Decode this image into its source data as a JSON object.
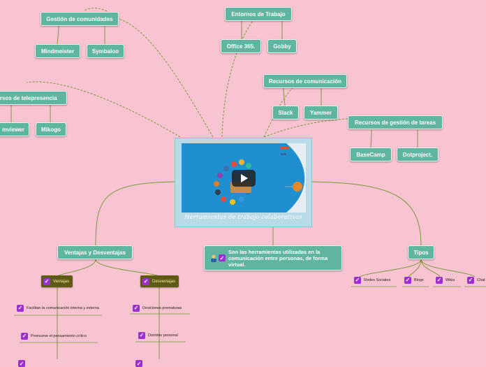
{
  "central": {
    "title": "Herramientas de trabajo colaborativas"
  },
  "nodes": {
    "gestion": "Gestión de comunidades",
    "mindmeister": "Mindmeister",
    "symbaloo": "Symbaloo",
    "entornos": "Entornos de Trabajo",
    "office": "Office 365.",
    "gobby": "Gobby",
    "comunicacion": "Recursos de comunicación",
    "slack": "Slack",
    "yammer": "Yammer",
    "tareas": "Recursos de gestión de tareas",
    "basecamp": "BaseCamp",
    "dotproject": "Dotproject.",
    "telepresencia": "ursos de telepresencia",
    "teamviewer": "mviewer",
    "mikogo": "Mikogo",
    "ventajas_desventajas": "Ventajas y Desventajas",
    "descripcion": "Son las herramientas utilizadas en la comunicación entre personas, de forma virtual.",
    "tipos": "Tipos"
  },
  "ventajas": {
    "label": "Ventajas",
    "items": [
      "Facilitan la comunicación interna y externa",
      "Promueve el pensamiento crítico"
    ]
  },
  "desventajas": {
    "label": "Desventajas",
    "items": [
      "Desiciones prematuras",
      "Dominio personal"
    ]
  },
  "tipos_items": [
    "Redes Sociales",
    "Blogs",
    "Wikis",
    "Chat"
  ],
  "colors": {
    "background": "#f8c4d2",
    "node": "#5fb5a0",
    "link": "#7a9a3a",
    "checkbox": "#9b2fd1",
    "dark_node": "#5e5a14"
  },
  "icons": [
    "check-icon",
    "person-icon",
    "play-icon"
  ]
}
